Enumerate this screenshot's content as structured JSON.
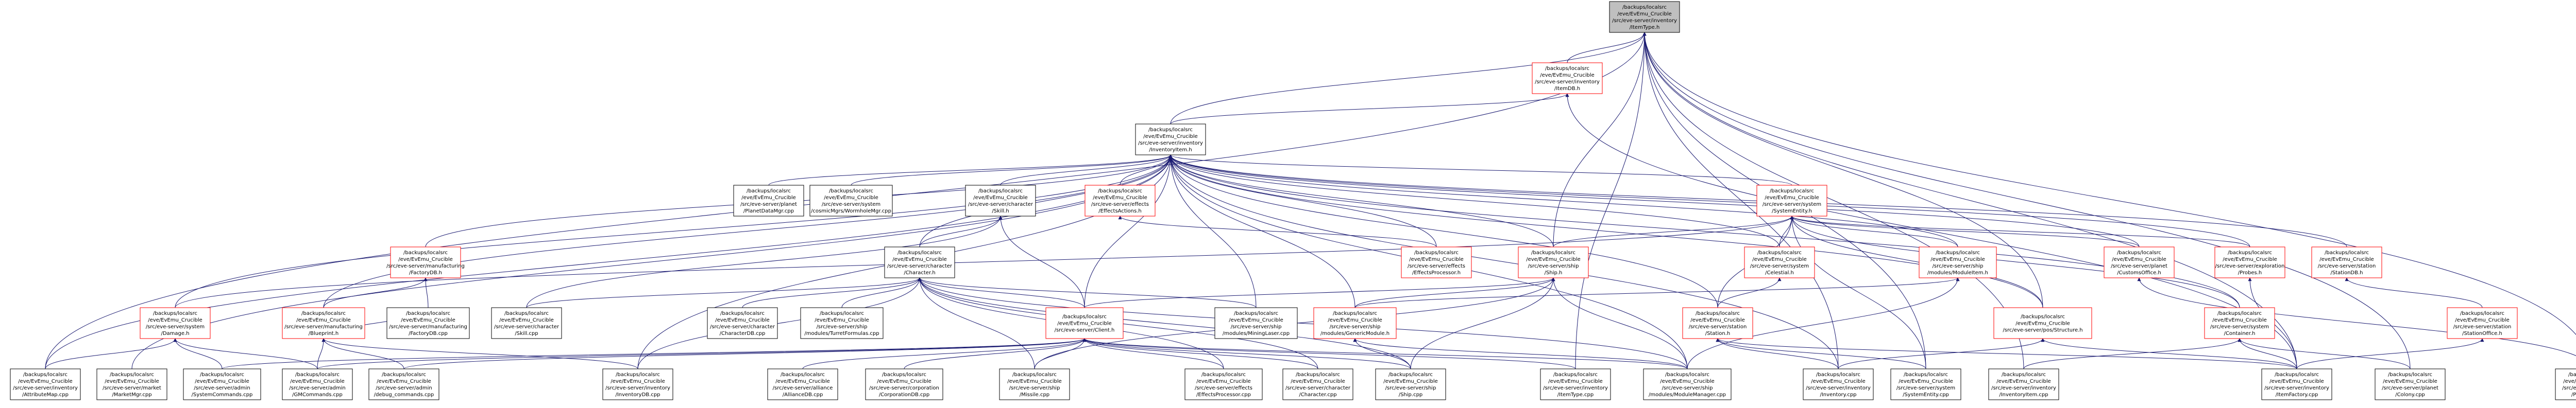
{
  "colors": {
    "edge": "#191970",
    "node_border_black": "#000000",
    "node_border_red": "#ff0000",
    "root_fill": "#bfbfbf"
  },
  "nodes": [
    {
      "id": "root",
      "lines": [
        "/backups/localsrc",
        "/eve/EvEmu_Crucible",
        "/src/eve-server/inventory",
        "/ItemType.h"
      ],
      "border": "black",
      "fill": "root"
    },
    {
      "id": "itemdb",
      "lines": [
        "/backups/localsrc",
        "/eve/EvEmu_Crucible",
        "/src/eve-server/inventory",
        "/ItemDB.h"
      ],
      "border": "red"
    },
    {
      "id": "inventoryitem",
      "lines": [
        "/backups/localsrc",
        "/eve/EvEmu_Crucible",
        "/src/eve-server/inventory",
        "/InventoryItem.h"
      ],
      "border": "black"
    },
    {
      "id": "planetdatamgr",
      "lines": [
        "/backups/localsrc",
        "/eve/EvEmu_Crucible",
        "/src/eve-server/planet",
        "/PlanetDataMgr.cpp"
      ],
      "border": "black"
    },
    {
      "id": "wormholemgr",
      "lines": [
        "/backups/localsrc",
        "/eve/EvEmu_Crucible",
        "/src/eve-server/system",
        "/cosmicMgrs/WormholeMgr.cpp"
      ],
      "border": "black"
    },
    {
      "id": "skill_h",
      "lines": [
        "/backups/localsrc",
        "/eve/EvEmu_Crucible",
        "/src/eve-server/character",
        "/Skill.h"
      ],
      "border": "black"
    },
    {
      "id": "effectactions",
      "lines": [
        "/backups/localsrc",
        "/eve/EvEmu_Crucible",
        "/src/eve-server/effects",
        "/EffectsActions.h"
      ],
      "border": "red"
    },
    {
      "id": "systementity",
      "lines": [
        "/backups/localsrc",
        "/eve/EvEmu_Crucible",
        "/src/eve-server/system",
        "/SystemEntity.h"
      ],
      "border": "red"
    },
    {
      "id": "factorydb",
      "lines": [
        "/backups/localsrc",
        "/eve/EvEmu_Crucible",
        "/src/eve-server/manufacturing",
        "/FactoryDB.h"
      ],
      "border": "red"
    },
    {
      "id": "character_h",
      "lines": [
        "/backups/localsrc",
        "/eve/EvEmu_Crucible",
        "/src/eve-server/character",
        "/Character.h"
      ],
      "border": "black"
    },
    {
      "id": "effectsprocessor_h",
      "lines": [
        "/backups/localsrc",
        "/eve/EvEmu_Crucible",
        "/src/eve-server/effects",
        "/EffectsProcessor.h"
      ],
      "border": "red"
    },
    {
      "id": "ship_h",
      "lines": [
        "/backups/localsrc",
        "/eve/EvEmu_Crucible",
        "/src/eve-server/ship",
        "/Ship.h"
      ],
      "border": "red"
    },
    {
      "id": "celestial_h",
      "lines": [
        "/backups/localsrc",
        "/eve/EvEmu_Crucible",
        "/src/eve-server/system",
        "/Celestial.h"
      ],
      "border": "red"
    },
    {
      "id": "moduleitem_h",
      "lines": [
        "/backups/localsrc",
        "/eve/EvEmu_Crucible",
        "/src/eve-server/ship",
        "/modules/ModuleItem.h"
      ],
      "border": "red"
    },
    {
      "id": "customsoffice_h",
      "lines": [
        "/backups/localsrc",
        "/eve/EvEmu_Crucible",
        "/src/eve-server/planet",
        "/CustomsOffice.h"
      ],
      "border": "red"
    },
    {
      "id": "probes_h",
      "lines": [
        "/backups/localsrc",
        "/eve/EvEmu_Crucible",
        "/src/eve-server/exploration",
        "/Probes.h"
      ],
      "border": "red"
    },
    {
      "id": "stationdb_h",
      "lines": [
        "/backups/localsrc",
        "/eve/EvEmu_Crucible",
        "/src/eve-server/station",
        "/StationDB.h"
      ],
      "border": "red"
    },
    {
      "id": "damage_h",
      "lines": [
        "/backups/localsrc",
        "/eve/EvEmu_Crucible",
        "/src/eve-server/system",
        "/Damage.h"
      ],
      "border": "red"
    },
    {
      "id": "blueprint_h",
      "lines": [
        "/backups/localsrc",
        "/eve/EvEmu_Crucible",
        "/src/eve-server/manufacturing",
        "/Blueprint.h"
      ],
      "border": "red"
    },
    {
      "id": "factorydb_cpp",
      "lines": [
        "/backups/localsrc",
        "/eve/EvEmu_Crucible",
        "/src/eve-server/manufacturing",
        "/FactoryDB.cpp"
      ],
      "border": "black"
    },
    {
      "id": "skill_cpp",
      "lines": [
        "/backups/localsrc",
        "/eve/EvEmu_Crucible",
        "/src/eve-server/character",
        "/Skill.cpp"
      ],
      "border": "black"
    },
    {
      "id": "characterdb_cpp",
      "lines": [
        "/backups/localsrc",
        "/eve/EvEmu_Crucible",
        "/src/eve-server/character",
        "/CharacterDB.cpp"
      ],
      "border": "black"
    },
    {
      "id": "turretformulas_cpp",
      "lines": [
        "/backups/localsrc",
        "/eve/EvEmu_Crucible",
        "/src/eve-server/ship",
        "/modules/TurretFormulas.cpp"
      ],
      "border": "black"
    },
    {
      "id": "client_h",
      "lines": [
        "/backups/localsrc",
        "/eve/EvEmu_Crucible",
        "/src/eve-server/Client.h"
      ],
      "border": "red"
    },
    {
      "id": "mininglaser_cpp",
      "lines": [
        "/backups/localsrc",
        "/eve/EvEmu_Crucible",
        "/src/eve-server/ship",
        "/modules/MiningLaser.cpp"
      ],
      "border": "black"
    },
    {
      "id": "genericmodule_h",
      "lines": [
        "/backups/localsrc",
        "/eve/EvEmu_Crucible",
        "/src/eve-server/ship",
        "/modules/GenericModule.h"
      ],
      "border": "red"
    },
    {
      "id": "station_h",
      "lines": [
        "/backups/localsrc",
        "/eve/EvEmu_Crucible",
        "/src/eve-server/station",
        "/Station.h"
      ],
      "border": "red"
    },
    {
      "id": "structure_h",
      "lines": [
        "/backups/localsrc",
        "/eve/EvEmu_Crucible",
        "/src/eve-server/pos/Structure.h"
      ],
      "border": "red"
    },
    {
      "id": "container_h",
      "lines": [
        "/backups/localsrc",
        "/eve/EvEmu_Crucible",
        "/src/eve-server/system",
        "/Container.h"
      ],
      "border": "red"
    },
    {
      "id": "stationoffice_h",
      "lines": [
        "/backups/localsrc",
        "/eve/EvEmu_Crucible",
        "/src/eve-server/station",
        "/StationOffice.h"
      ],
      "border": "red"
    },
    {
      "id": "attributemap_cpp",
      "lines": [
        "/backups/localsrc",
        "/eve/EvEmu_Crucible",
        "/src/eve-server/inventory",
        "/AttributeMap.cpp"
      ],
      "border": "black"
    },
    {
      "id": "marketmgr_cpp",
      "lines": [
        "/backups/localsrc",
        "/eve/EvEmu_Crucible",
        "/src/eve-server/market",
        "/MarketMgr.cpp"
      ],
      "border": "black"
    },
    {
      "id": "systemcommands_cpp",
      "lines": [
        "/backups/localsrc",
        "/eve/EvEmu_Crucible",
        "/src/eve-server/admin",
        "/SystemCommands.cpp"
      ],
      "border": "black"
    },
    {
      "id": "gmcommands_cpp",
      "lines": [
        "/backups/localsrc",
        "/eve/EvEmu_Crucible",
        "/src/eve-server/admin",
        "/GMCommands.cpp"
      ],
      "border": "black"
    },
    {
      "id": "debug_commands_cpp",
      "lines": [
        "/backups/localsrc",
        "/eve/EvEmu_Crucible",
        "/src/eve-server/admin",
        "/debug_commands.cpp"
      ],
      "border": "black"
    },
    {
      "id": "inventorydb_cpp",
      "lines": [
        "/backups/localsrc",
        "/eve/EvEmu_Crucible",
        "/src/eve-server/inventory",
        "/InventoryDB.cpp"
      ],
      "border": "black"
    },
    {
      "id": "alliancedb_cpp",
      "lines": [
        "/backups/localsrc",
        "/eve/EvEmu_Crucible",
        "/src/eve-server/alliance",
        "/AllianceDB.cpp"
      ],
      "border": "black"
    },
    {
      "id": "corporationdb_cpp",
      "lines": [
        "/backups/localsrc",
        "/eve/EvEmu_Crucible",
        "/src/eve-server/corporation",
        "/CorporationDB.cpp"
      ],
      "border": "black"
    },
    {
      "id": "missile_cpp",
      "lines": [
        "/backups/localsrc",
        "/eve/EvEmu_Crucible",
        "/src/eve-server/ship",
        "/Missile.cpp"
      ],
      "border": "black"
    },
    {
      "id": "effectsprocessor_cpp",
      "lines": [
        "/backups/localsrc",
        "/eve/EvEmu_Crucible",
        "/src/eve-server/effects",
        "/EffectsProcessor.cpp"
      ],
      "border": "black"
    },
    {
      "id": "character_cpp",
      "lines": [
        "/backups/localsrc",
        "/eve/EvEmu_Crucible",
        "/src/eve-server/character",
        "/Character.cpp"
      ],
      "border": "black"
    },
    {
      "id": "ship_cpp",
      "lines": [
        "/backups/localsrc",
        "/eve/EvEmu_Crucible",
        "/src/eve-server/ship",
        "/Ship.cpp"
      ],
      "border": "black"
    },
    {
      "id": "itemtype_cpp",
      "lines": [
        "/backups/localsrc",
        "/eve/EvEmu_Crucible",
        "/src/eve-server/inventory",
        "/ItemType.cpp"
      ],
      "border": "black"
    },
    {
      "id": "modulemanager_cpp",
      "lines": [
        "/backups/localsrc",
        "/eve/EvEmu_Crucible",
        "/src/eve-server/ship",
        "/modules/ModuleManager.cpp"
      ],
      "border": "black"
    },
    {
      "id": "inventory_cpp",
      "lines": [
        "/backups/localsrc",
        "/eve/EvEmu_Crucible",
        "/src/eve-server/inventory",
        "/Inventory.cpp"
      ],
      "border": "black"
    },
    {
      "id": "systementity_cpp",
      "lines": [
        "/backups/localsrc",
        "/eve/EvEmu_Crucible",
        "/src/eve-server/system",
        "/SystemEntity.cpp"
      ],
      "border": "black"
    },
    {
      "id": "inventoryitem_cpp",
      "lines": [
        "/backups/localsrc",
        "/eve/EvEmu_Crucible",
        "/src/eve-server/inventory",
        "/InventoryItem.cpp"
      ],
      "border": "black"
    },
    {
      "id": "itemfactory_cpp",
      "lines": [
        "/backups/localsrc",
        "/eve/EvEmu_Crucible",
        "/src/eve-server/inventory",
        "/ItemFactory.cpp"
      ],
      "border": "black"
    },
    {
      "id": "colony_cpp",
      "lines": [
        "/backups/localsrc",
        "/eve/EvEmu_Crucible",
        "/src/eve-server/planet",
        "/Colony.cpp"
      ],
      "border": "black"
    },
    {
      "id": "planetmgr_cpp",
      "lines": [
        "/backups/localsrc",
        "/eve/EvEmu_Crucible",
        "/src/eve-server/planet",
        "/PlanetMgr.cpp"
      ],
      "border": "black"
    }
  ],
  "edges": [
    [
      "itemdb",
      "root"
    ],
    [
      "inventoryitem",
      "root"
    ],
    [
      "ship_h",
      "root"
    ],
    [
      "structure_h",
      "root"
    ],
    [
      "planetmgr_cpp",
      "root"
    ],
    [
      "itemfactory_cpp",
      "root"
    ],
    [
      "inventoryitem_cpp",
      "root"
    ],
    [
      "itemtype_cpp",
      "root"
    ],
    [
      "attributemap_cpp",
      "root"
    ],
    [
      "colony_cpp",
      "root"
    ],
    [
      "systementity_cpp",
      "root"
    ],
    [
      "inventory_cpp",
      "root"
    ],
    [
      "inventoryitem",
      "itemdb"
    ],
    [
      "itemfactory_cpp",
      "itemdb"
    ],
    [
      "planetdatamgr",
      "inventoryitem"
    ],
    [
      "wormholemgr",
      "inventoryitem"
    ],
    [
      "skill_h",
      "inventoryitem"
    ],
    [
      "effectactions",
      "inventoryitem"
    ],
    [
      "systementity",
      "inventoryitem"
    ],
    [
      "factorydb",
      "inventoryitem"
    ],
    [
      "character_h",
      "inventoryitem"
    ],
    [
      "effectsprocessor_h",
      "inventoryitem"
    ],
    [
      "ship_h",
      "inventoryitem"
    ],
    [
      "celestial_h",
      "inventoryitem"
    ],
    [
      "moduleitem_h",
      "inventoryitem"
    ],
    [
      "customsoffice_h",
      "inventoryitem"
    ],
    [
      "probes_h",
      "inventoryitem"
    ],
    [
      "stationdb_h",
      "inventoryitem"
    ],
    [
      "damage_h",
      "inventoryitem"
    ],
    [
      "blueprint_h",
      "inventoryitem"
    ],
    [
      "client_h",
      "inventoryitem"
    ],
    [
      "station_h",
      "inventoryitem"
    ],
    [
      "container_h",
      "inventoryitem"
    ],
    [
      "structure_h",
      "inventoryitem"
    ],
    [
      "attributemap_cpp",
      "inventoryitem"
    ],
    [
      "marketmgr_cpp",
      "inventoryitem"
    ],
    [
      "inventorydb_cpp",
      "inventoryitem"
    ],
    [
      "mininglaser_cpp",
      "inventoryitem"
    ],
    [
      "genericmodule_h",
      "inventoryitem"
    ],
    [
      "inventory_cpp",
      "inventoryitem"
    ],
    [
      "modulemanager_cpp",
      "inventoryitem"
    ],
    [
      "character_h",
      "skill_h"
    ],
    [
      "skill_cpp",
      "skill_h"
    ],
    [
      "client_h",
      "skill_h"
    ],
    [
      "effectsprocessor_h",
      "effectactions"
    ],
    [
      "ship_h",
      "systementity"
    ],
    [
      "celestial_h",
      "systementity"
    ],
    [
      "moduleitem_h",
      "systementity"
    ],
    [
      "station_h",
      "systementity"
    ],
    [
      "structure_h",
      "systementity"
    ],
    [
      "customsoffice_h",
      "systementity"
    ],
    [
      "probes_h",
      "systementity"
    ],
    [
      "container_h",
      "systementity"
    ],
    [
      "systementity_cpp",
      "systementity"
    ],
    [
      "blueprint_h",
      "factorydb"
    ],
    [
      "factorydb_cpp",
      "factorydb"
    ],
    [
      "client_h",
      "character_h"
    ],
    [
      "characterdb_cpp",
      "character_h"
    ],
    [
      "turretformulas_cpp",
      "character_h"
    ],
    [
      "character_cpp",
      "character_h"
    ],
    [
      "mininglaser_cpp",
      "character_h"
    ],
    [
      "missile_cpp",
      "character_h"
    ],
    [
      "effectsprocessor_cpp",
      "character_h"
    ],
    [
      "skill_cpp",
      "character_h"
    ],
    [
      "ship_cpp",
      "character_h"
    ],
    [
      "inventorydb_cpp",
      "character_h"
    ],
    [
      "modulemanager_cpp",
      "character_h"
    ],
    [
      "client_h",
      "ship_h"
    ],
    [
      "genericmodule_h",
      "ship_h"
    ],
    [
      "ship_cpp",
      "ship_h"
    ],
    [
      "missile_cpp",
      "ship_h"
    ],
    [
      "modulemanager_cpp",
      "ship_h"
    ],
    [
      "station_h",
      "celestial_h"
    ],
    [
      "genericmodule_h",
      "moduleitem_h"
    ],
    [
      "modulemanager_cpp",
      "moduleitem_h"
    ],
    [
      "stationoffice_h",
      "stationdb_h"
    ],
    [
      "damage_h",
      "systementity"
    ],
    [
      "attributemap_cpp",
      "damage_h"
    ],
    [
      "systemcommands_cpp",
      "damage_h"
    ],
    [
      "gmcommands_cpp",
      "damage_h"
    ],
    [
      "gmcommands_cpp",
      "blueprint_h"
    ],
    [
      "debug_commands_cpp",
      "blueprint_h"
    ],
    [
      "inventorydb_cpp",
      "blueprint_h"
    ],
    [
      "factorydb_cpp",
      "blueprint_h"
    ],
    [
      "systemcommands_cpp",
      "client_h"
    ],
    [
      "gmcommands_cpp",
      "client_h"
    ],
    [
      "debug_commands_cpp",
      "client_h"
    ],
    [
      "alliancedb_cpp",
      "client_h"
    ],
    [
      "corporationdb_cpp",
      "client_h"
    ],
    [
      "missile_cpp",
      "client_h"
    ],
    [
      "effectsprocessor_cpp",
      "client_h"
    ],
    [
      "character_cpp",
      "client_h"
    ],
    [
      "ship_cpp",
      "client_h"
    ],
    [
      "itemtype_cpp",
      "client_h"
    ],
    [
      "modulemanager_cpp",
      "client_h"
    ],
    [
      "modulemanager_cpp",
      "genericmodule_h"
    ],
    [
      "ship_cpp",
      "genericmodule_h"
    ],
    [
      "inventory_cpp",
      "station_h"
    ],
    [
      "itemfactory_cpp",
      "station_h"
    ],
    [
      "systementity_cpp",
      "station_h"
    ],
    [
      "inventory_cpp",
      "structure_h"
    ],
    [
      "itemfactory_cpp",
      "structure_h"
    ],
    [
      "itemfactory_cpp",
      "container_h"
    ],
    [
      "inventoryitem_cpp",
      "container_h"
    ],
    [
      "colony_cpp",
      "container_h"
    ],
    [
      "itemfactory_cpp",
      "stationoffice_h"
    ],
    [
      "planetmgr_cpp",
      "customsoffice_h"
    ],
    [
      "itemfactory_cpp",
      "probes_h"
    ]
  ]
}
